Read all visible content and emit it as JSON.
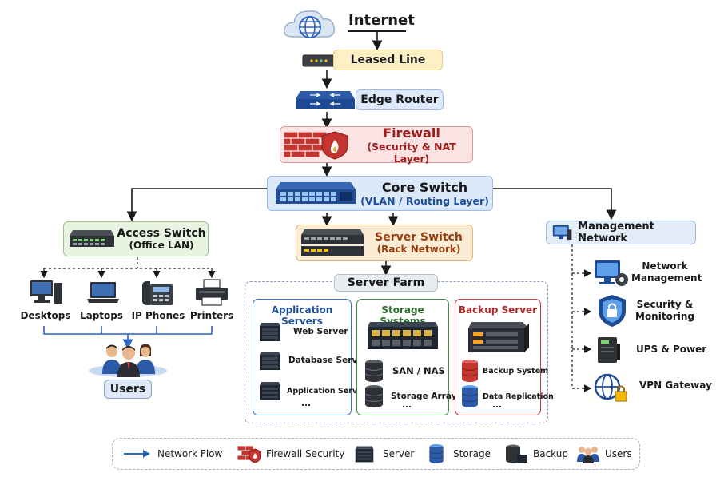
{
  "internet": {
    "label": "Internet"
  },
  "leased_line": {
    "label": "Leased Line"
  },
  "edge_router": {
    "label": "Edge Router"
  },
  "firewall": {
    "title": "Firewall",
    "subtitle": "(Security & NAT Layer)"
  },
  "core_switch": {
    "title": "Core Switch",
    "subtitle": "(VLAN / Routing Layer)"
  },
  "access_switch": {
    "title": "Access Switch",
    "subtitle": "(Office LAN)"
  },
  "server_switch": {
    "title": "Server Switch",
    "subtitle": "(Rack Network)"
  },
  "management": {
    "title": "Management Network",
    "items": [
      {
        "label": "Network\nManagement",
        "icon": "monitor-gear-icon"
      },
      {
        "label": "Security &\nMonitoring",
        "icon": "shield-lock-icon"
      },
      {
        "label": "UPS & Power",
        "icon": "ups-icon"
      },
      {
        "label": "VPN Gateway",
        "icon": "globe-lock-icon"
      }
    ]
  },
  "lan_devices": [
    {
      "label": "Desktops",
      "icon": "desktop-icon"
    },
    {
      "label": "Laptops",
      "icon": "laptop-icon"
    },
    {
      "label": "IP Phones",
      "icon": "phone-icon"
    },
    {
      "label": "Printers",
      "icon": "printer-icon"
    }
  ],
  "users": {
    "label": "Users"
  },
  "server_farm": {
    "title": "Server Farm",
    "app": {
      "title": "Application Servers",
      "items": [
        "Web Server",
        "Database Server",
        "Application Server"
      ],
      "more": "..."
    },
    "storage": {
      "title": "Storage Systems",
      "items": [
        "SAN / NAS",
        "Storage Array"
      ],
      "more": "..."
    },
    "backup": {
      "title": "Backup Server",
      "items": [
        "Backup System",
        "Data Replication"
      ],
      "more": "..."
    }
  },
  "legend": [
    {
      "label": "Network Flow",
      "icon": "arrow-icon"
    },
    {
      "label": "Firewall Security",
      "icon": "firewall-icon"
    },
    {
      "label": "Server",
      "icon": "server-icon"
    },
    {
      "label": "Storage",
      "icon": "storage-icon"
    },
    {
      "label": "Backup",
      "icon": "backup-icon"
    },
    {
      "label": "Users",
      "icon": "users-icon"
    }
  ],
  "colors": {
    "leased_fill": "#fdf0c4",
    "edge_fill": "#dde9f8",
    "firewall_fill": "#fbe3e3",
    "firewall_text": "#a11c1c",
    "core_fill": "#dce9f8",
    "core_text": "#1d4f9c",
    "access_fill": "#e8f4e1",
    "server_switch_fill": "#fbecd6",
    "server_switch_text": "#9a3d0c",
    "app_border": "#2f6fc4",
    "storage_border": "#3d8a3d",
    "backup_border": "#c83a3a",
    "flow": "#2a64c0"
  }
}
